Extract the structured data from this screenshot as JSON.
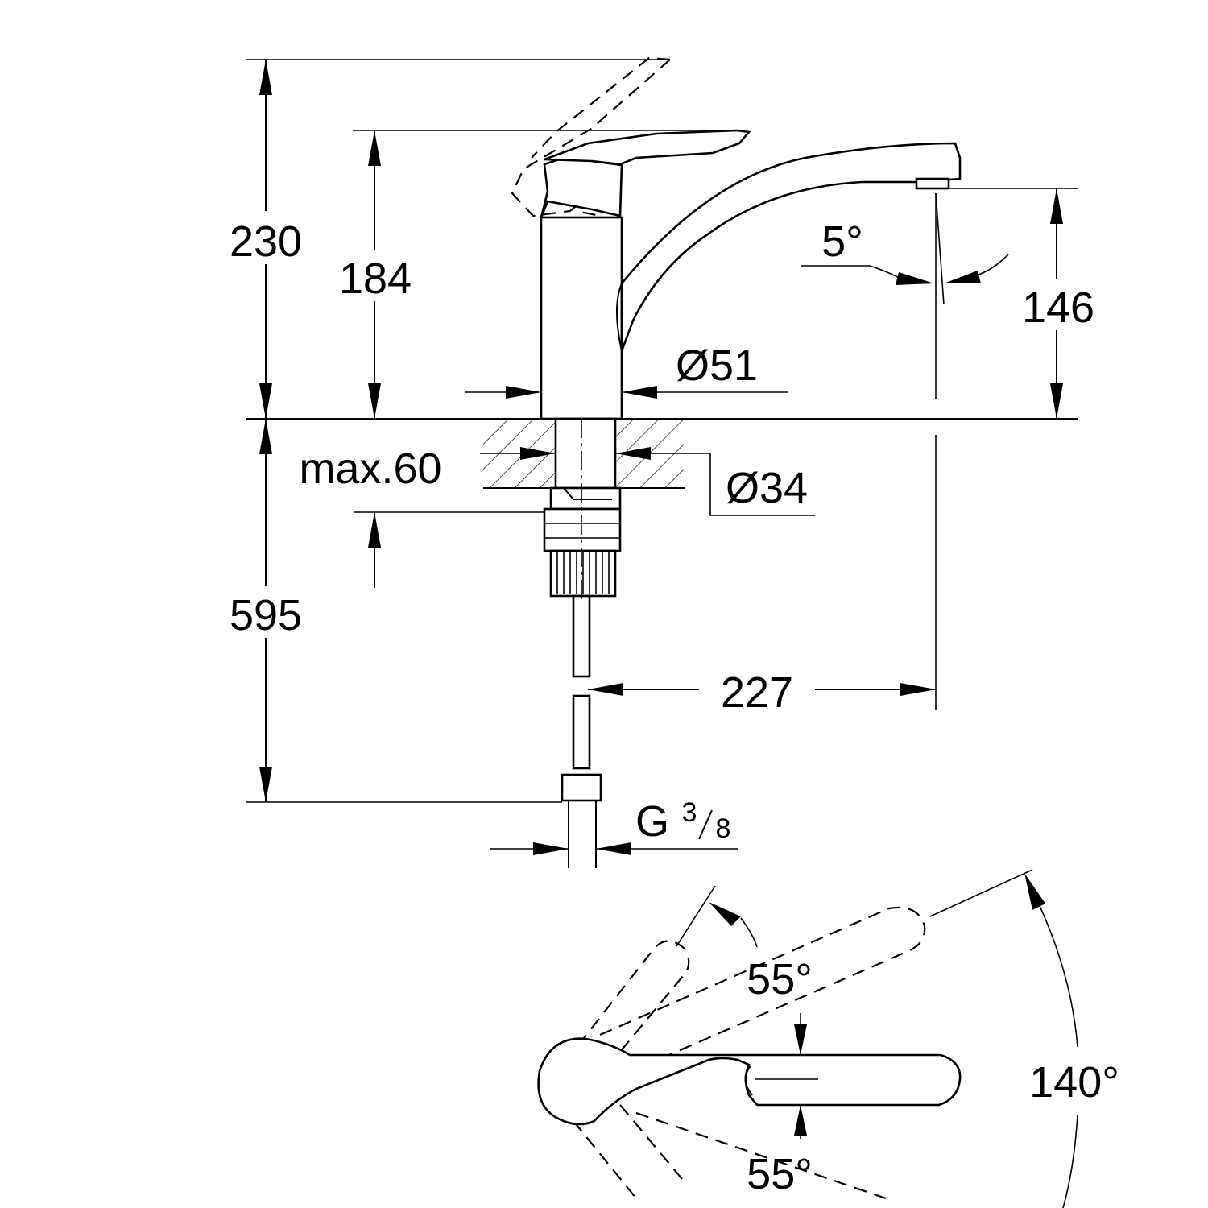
{
  "drawing": {
    "dimensions": {
      "total_height": "230",
      "lever_height": "184",
      "spout_height": "146",
      "spout_angle": "5°",
      "body_diameter": "Ø51",
      "deck_thickness": "max.60",
      "hole_diameter": "Ø34",
      "below_deck_length": "595",
      "spout_reach": "227",
      "thread": "G",
      "thread_frac_num": "3",
      "thread_frac_den": "8",
      "swivel_left": "55°",
      "swivel_right": "55°",
      "swivel_total": "140°"
    }
  }
}
